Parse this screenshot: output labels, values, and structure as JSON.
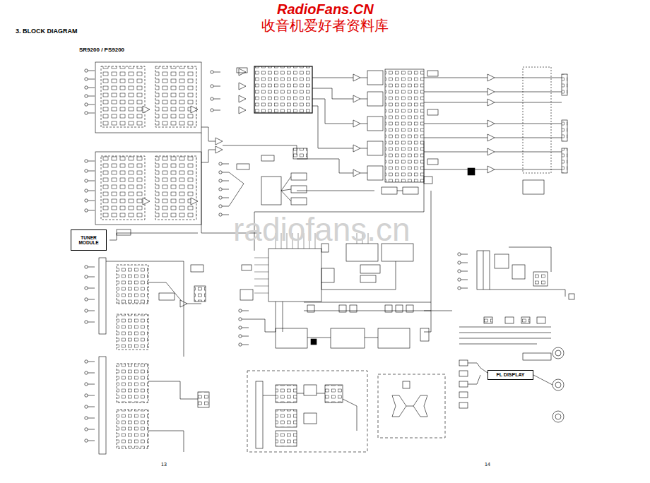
{
  "diagram": {
    "title": "3. BLOCK DIAGRAM",
    "nodes": [
      {
        "text": [
          "TUNER MODULE"
        ]
      },
      {
        "text": [
          "FL DISPLAY"
        ]
      }
    ],
    "labels": [
      "RadioFans.CN",
      "收音机爱好者资料库",
      "SR9200 / PS9200",
      "radiofans.cn",
      "13",
      "14"
    ]
  }
}
